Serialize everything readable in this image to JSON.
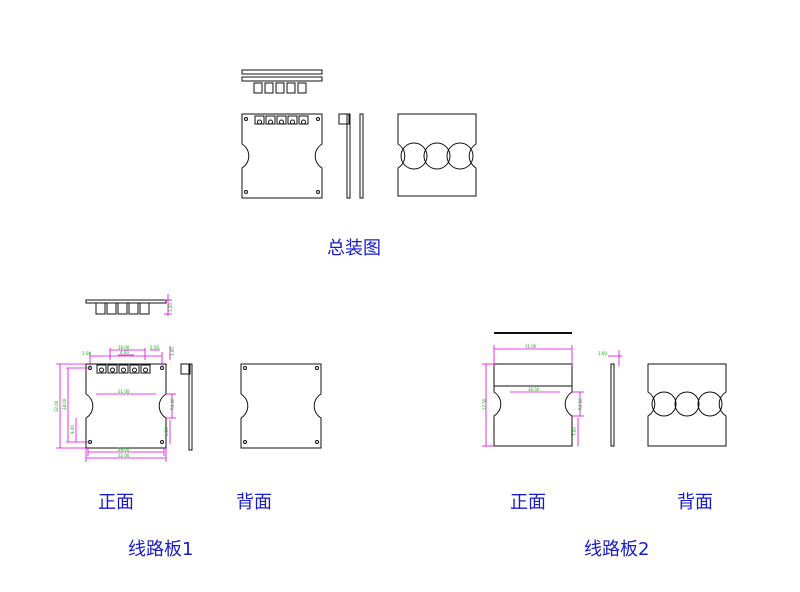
{
  "labels": {
    "assembly_title": "总装图",
    "front_1": "正面",
    "back_1": "背面",
    "board_1": "线路板1",
    "front_2": "正面",
    "back_2": "背面",
    "board_2": "线路板2"
  },
  "colors": {
    "label_text": "#1a1acc",
    "outline": "#111111",
    "dimension_line": "#e000e0",
    "dimension_text": "#00b000"
  }
}
